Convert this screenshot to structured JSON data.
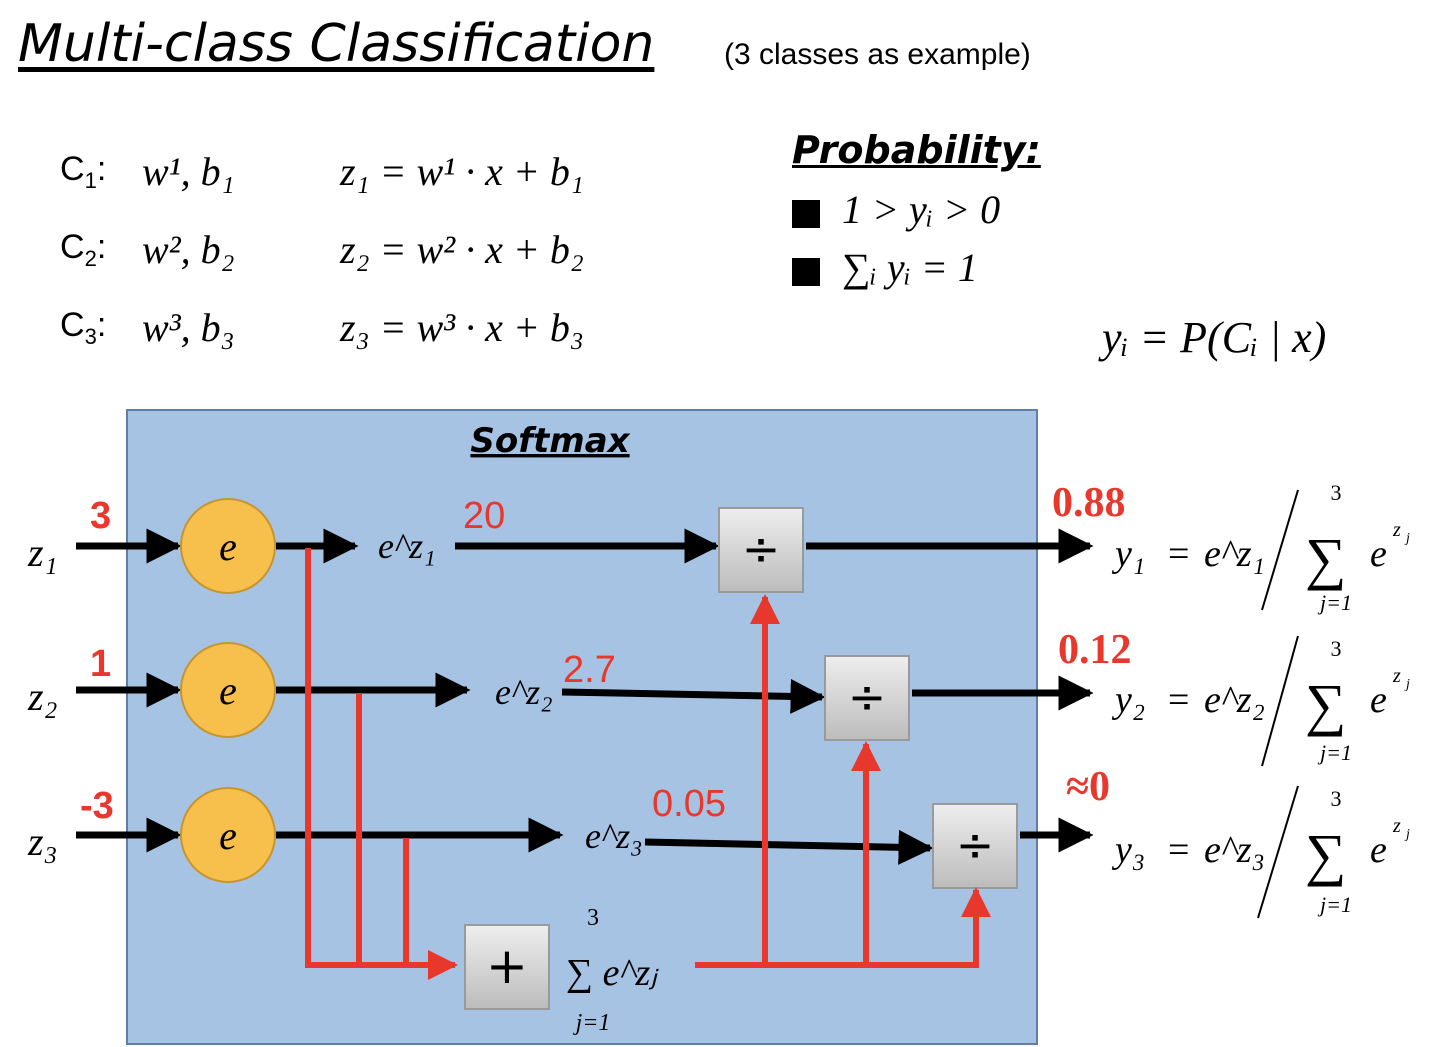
{
  "title": "Multi-class Classification",
  "subtitle": "(3 classes as example)",
  "classes": [
    {
      "label": "C",
      "sub": "1",
      "params": "w¹, b₁",
      "eq_lhs": "z₁",
      "eq_rhs": "= w¹ · x + b₁"
    },
    {
      "label": "C",
      "sub": "2",
      "params": "w², b₂",
      "eq_lhs": "z₂",
      "eq_rhs": "= w² · x + b₂"
    },
    {
      "label": "C",
      "sub": "3",
      "params": "w³, b₃",
      "eq_lhs": "z₃",
      "eq_rhs": "= w³ · x + b₃"
    }
  ],
  "probability": {
    "heading": "Probability",
    "bullets": [
      "1 > yᵢ > 0",
      "∑ᵢ yᵢ = 1"
    ],
    "definition": "yᵢ = P(Cᵢ | x)"
  },
  "softmax": {
    "title": "Softmax",
    "exp_symbol": "e",
    "inputs": [
      "z₁",
      "z₂",
      "z₃"
    ],
    "input_values": [
      "3",
      "1",
      "-3"
    ],
    "exp_labels": [
      "e^z₁",
      "e^z₂",
      "e^z₃"
    ],
    "exp_values": [
      "20",
      "2.7",
      "0.05"
    ],
    "divide_symbol": "÷",
    "sum_symbol": "+",
    "sum_label": "∑ e^zⱼ",
    "sum_upper": "3",
    "sum_lower": "j=1",
    "outputs": [
      "y₁",
      "y₂",
      "y₃"
    ],
    "output_values": [
      "0.88",
      "0.12",
      "≈0"
    ],
    "output_formulas": [
      "e^z₁",
      "e^z₂",
      "e^z₃"
    ]
  },
  "colors": {
    "box_fill": "#a7c3e4",
    "box_stroke": "#5f7fa6",
    "node_fill": "#f7c04d",
    "node_stroke": "#c8952d",
    "accent_red": "#e8372c",
    "op_box": "#d3d3d3"
  }
}
